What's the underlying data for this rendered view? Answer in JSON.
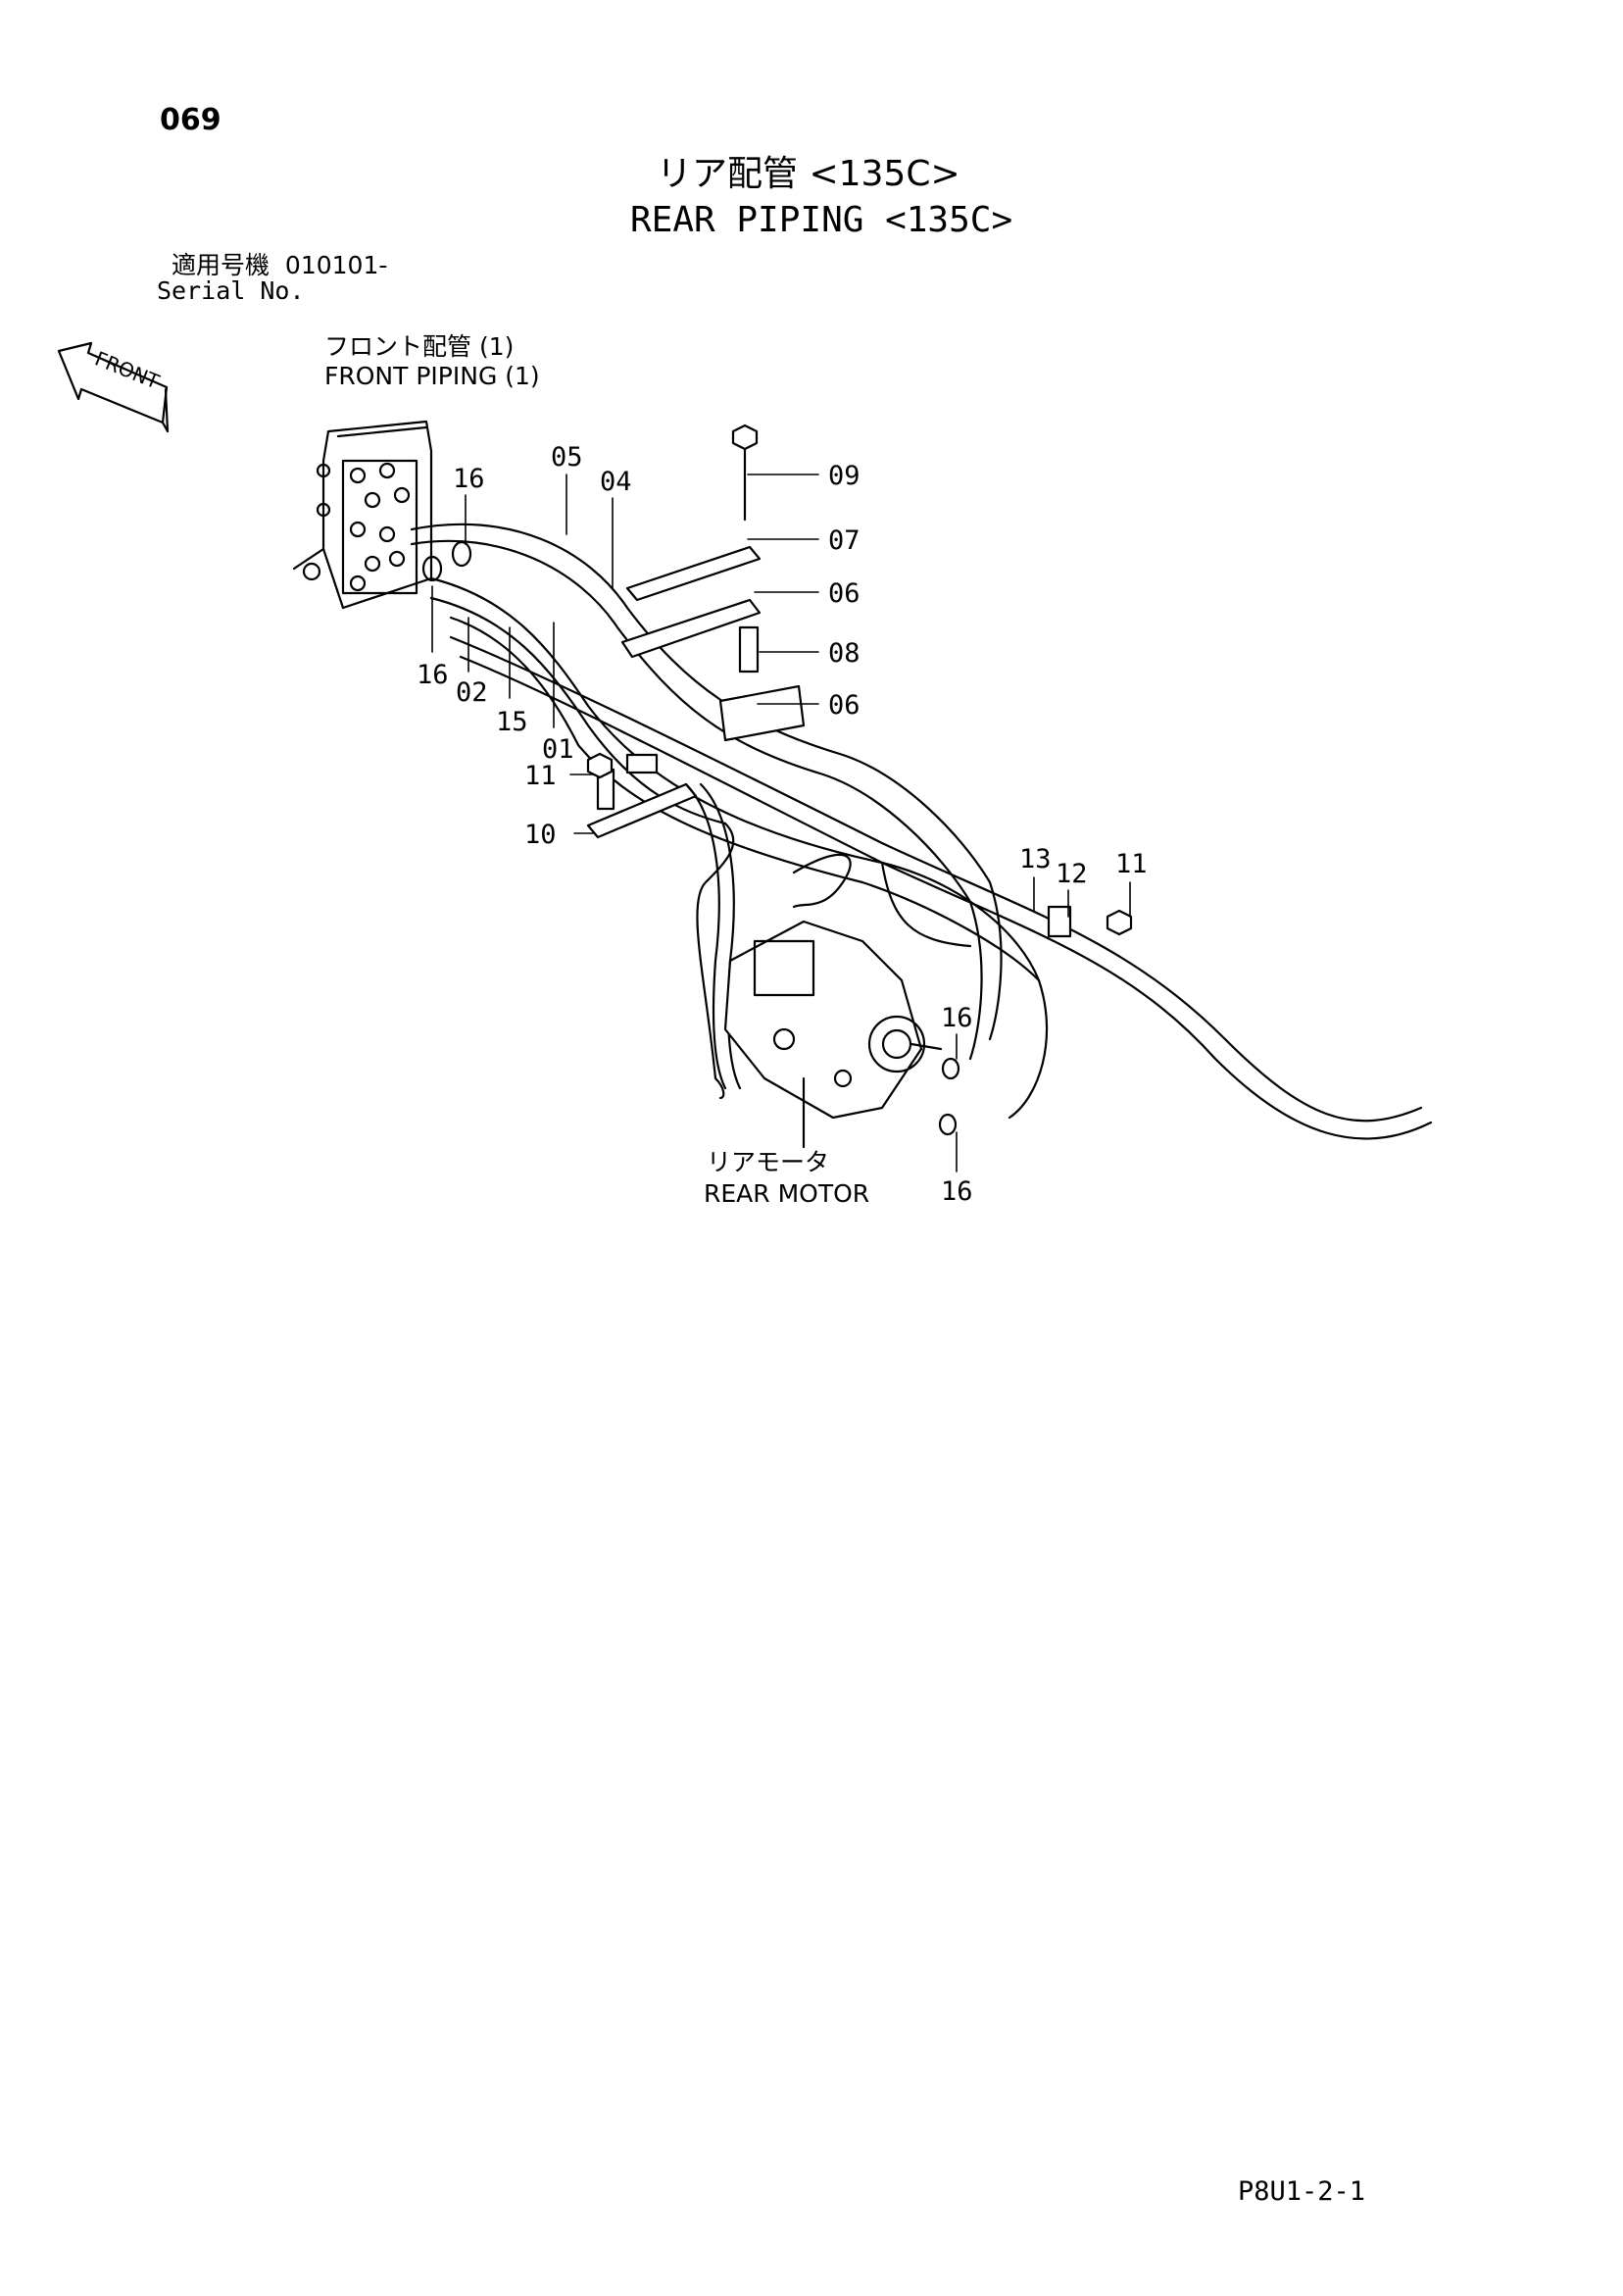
{
  "page": {
    "number": "069",
    "title_jp": "リア配管 <135C>",
    "title_en": "REAR PIPING <135C>",
    "serial_label_jp": "適用号機",
    "serial_value": "010101-",
    "serial_label_en": "Serial No.",
    "drawing_code": "P8U1-2-1"
  },
  "diagram": {
    "front_arrow_label": "FRONT",
    "front_piping_jp": "フロント配管 (1)",
    "front_piping_en": "FRONT PIPING (1)",
    "rear_motor_jp": "リアモータ",
    "rear_motor_en": "REAR MOTOR",
    "callouts": [
      "09",
      "07",
      "06",
      "08",
      "06",
      "05",
      "04",
      "16",
      "16",
      "02",
      "15",
      "01",
      "11",
      "10",
      "13",
      "12",
      "11",
      "16",
      "16"
    ]
  }
}
